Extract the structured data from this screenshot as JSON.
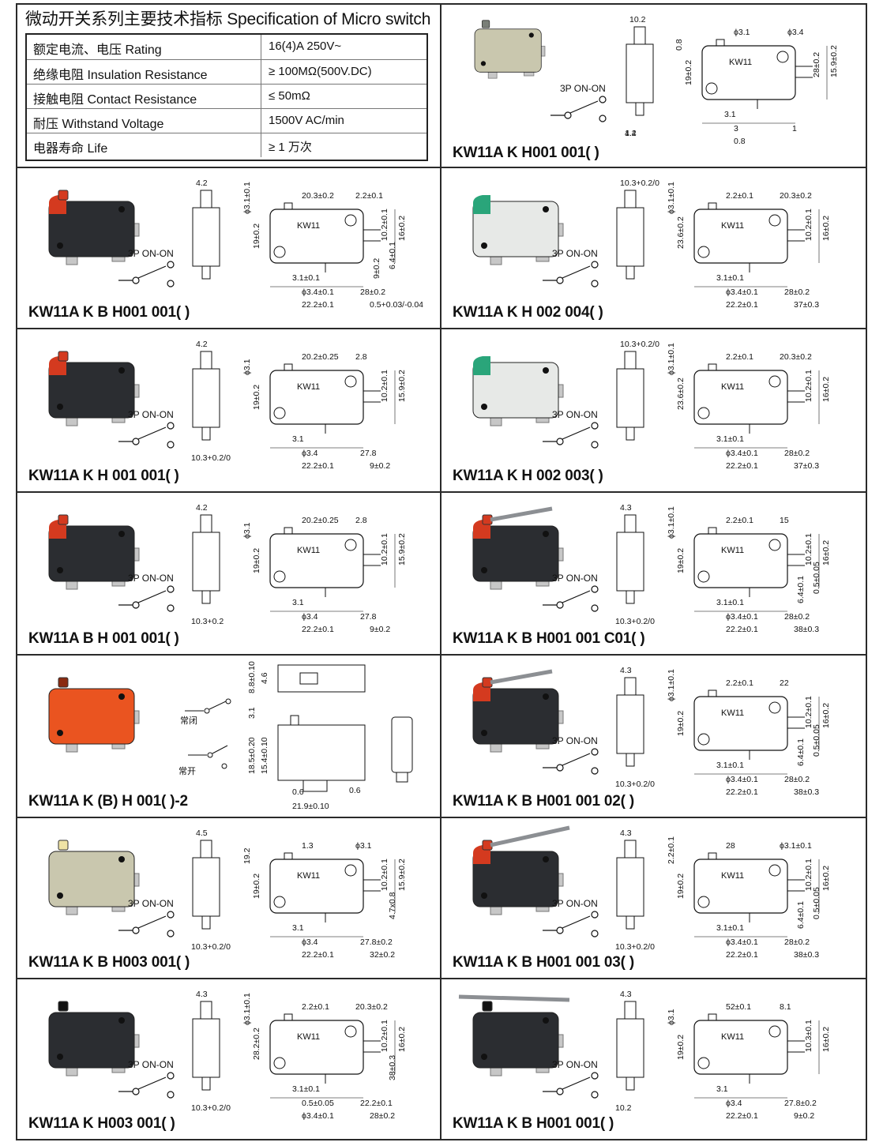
{
  "header": {
    "title": "微动开关系列主要技术指标  Specification of Micro switch",
    "rows": [
      {
        "label": "额定电流、电压 Rating",
        "value": "16(4)A 250V~"
      },
      {
        "label": "绝缘电阻 Insulation Resistance",
        "value": "≥ 100MΩ(500V.DC)"
      },
      {
        "label": "接触电阻 Contact Resistance",
        "value": "≤ 50mΩ"
      },
      {
        "label": "耐压 Withstand Voltage",
        "value": "1500V AC/min"
      },
      {
        "label": "电器寿命 Life",
        "value": "≥ 1 万次"
      }
    ]
  },
  "colors": {
    "body_black": "#2b2d31",
    "body_white": "#e7e9e7",
    "actuator_red": "#d43a1f",
    "body_orange": "#ea5420",
    "green": "#2aa57a",
    "beige": "#c9c7ae",
    "lever_grey": "#8c8f93"
  },
  "cells": [
    {
      "model": "KW11A  K H001 001(  )",
      "wiring": "3P  ON-ON",
      "photo": {
        "body": "beige"
      },
      "drawing": {
        "body_label": "KW11",
        "side_dims": [
          "10.2",
          "4.2",
          "1.4"
        ],
        "dims": [
          "ϕ3.1",
          "ϕ3.4",
          "0.8",
          "28±0.2",
          "15.9±0.2",
          "19±0.2",
          "3.1",
          "3",
          "0.8",
          "1"
        ]
      }
    },
    {
      "model": "KW11A  K B H001 001(  )",
      "wiring": "3P  ON-ON",
      "photo": {
        "body": "black_red"
      },
      "drawing": {
        "body_label": "KW11",
        "side_dims": [
          "4.2"
        ],
        "dims": [
          "20.3±0.2",
          "2.2±0.1",
          "ϕ3.1±0.1",
          "10.2±0.1",
          "16±0.2",
          "19±0.2",
          "3.1±0.1",
          "ϕ3.4±0.1",
          "22.2±0.1",
          "28±0.2",
          "0.5+0.03/-0.04",
          "6.4±0.1",
          "9±0.2"
        ]
      }
    },
    {
      "model": "KW11A  K H 002 004(  )",
      "wiring": "3P  ON-ON",
      "photo": {
        "body": "white_green"
      },
      "drawing": {
        "body_label": "KW11",
        "side_dims": [
          "10.3+0.2/0"
        ],
        "dims": [
          "2.2±0.1",
          "20.3±0.2",
          "ϕ3.1±0.1",
          "10.2±0.1",
          "16±0.2",
          "23.6±0.2",
          "3.1±0.1",
          "ϕ3.4±0.1",
          "22.2±0.1",
          "28±0.2",
          "37±0.3"
        ]
      }
    },
    {
      "model": "KW11A  K H 001 001(  )",
      "wiring": "3P  ON-ON",
      "photo": {
        "body": "black_red"
      },
      "drawing": {
        "body_label": "KW11",
        "side_dims": [
          "4.2",
          "10.3+0.2/0"
        ],
        "dims": [
          "20.2±0.25",
          "2.8",
          "ϕ3.1",
          "10.2±0.1",
          "15.9±0.2",
          "19±0.2",
          "3.1",
          "ϕ3.4",
          "22.2±0.1",
          "27.8",
          "9±0.2"
        ]
      }
    },
    {
      "model": "KW11A  K H 002 003(  )",
      "wiring": "3P  ON-ON",
      "photo": {
        "body": "white_green"
      },
      "drawing": {
        "body_label": "KW11",
        "side_dims": [
          "10.3+0.2/0"
        ],
        "dims": [
          "2.2±0.1",
          "20.3±0.2",
          "ϕ3.1±0.1",
          "10.2±0.1",
          "16±0.2",
          "23.6±0.2",
          "3.1±0.1",
          "ϕ3.4±0.1",
          "22.2±0.1",
          "28±0.2",
          "37±0.3"
        ]
      }
    },
    {
      "model": "KW11A  B H 001 001(  )",
      "wiring": "3P  ON-ON",
      "photo": {
        "body": "black_red"
      },
      "drawing": {
        "body_label": "KW11",
        "side_dims": [
          "4.2",
          "10.3+0.2"
        ],
        "dims": [
          "20.2±0.25",
          "2.8",
          "ϕ3.1",
          "10.2±0.1",
          "15.9±0.2",
          "19±0.2",
          "3.1",
          "ϕ3.4",
          "22.2±0.1",
          "27.8",
          "9±0.2"
        ]
      }
    },
    {
      "model": "KW11A K B H001 001 C01(  )",
      "wiring": "3P  ON-ON",
      "photo": {
        "body": "black_red_lever"
      },
      "drawing": {
        "body_label": "KW11",
        "side_dims": [
          "4.3",
          "10.3+0.2/0"
        ],
        "dims": [
          "2.2±0.1",
          "15",
          "ϕ3.1±0.1",
          "10.2±0.1",
          "16±0.2",
          "19±0.2",
          "3.1±0.1",
          "ϕ3.4±0.1",
          "22.2±0.1",
          "28±0.2",
          "38±0.3",
          "0.5±0.05",
          "6.4±0.1"
        ]
      }
    },
    {
      "model": "KW11A  K (B) H 001(  )-2",
      "wiring_closed": "常闭",
      "wiring_open": "常开",
      "photo": {
        "body": "orange"
      },
      "drawing": {
        "dims": [
          "8.8±0.10",
          "4.6",
          "3.1",
          "18.5±0.20",
          "15.4±0.10",
          "0.6",
          "0.6",
          "21.9±0.10"
        ]
      }
    },
    {
      "model": "KW11A K B H001 001 02(  )",
      "wiring": "3P  ON-ON",
      "photo": {
        "body": "black_red_lever"
      },
      "drawing": {
        "body_label": "KW11",
        "side_dims": [
          "4.3",
          "10.3+0.2/0"
        ],
        "dims": [
          "2.2±0.1",
          "22",
          "ϕ3.1±0.1",
          "10.2±0.1",
          "16±0.2",
          "19±0.2",
          "3.1±0.1",
          "ϕ3.4±0.1",
          "22.2±0.1",
          "28±0.2",
          "38±0.3",
          "0.5±0.05",
          "6.4±0.1"
        ]
      }
    },
    {
      "model": "KW11A  K B H003 001(  )",
      "wiring": "3P  ON-ON",
      "photo": {
        "body": "beige_plunger"
      },
      "drawing": {
        "body_label": "KW11",
        "side_dims": [
          "4.5",
          "10.3+0.2/0"
        ],
        "dims": [
          "1.3",
          "ϕ3.1",
          "19.2",
          "10.2±0.1",
          "15.9±0.2",
          "19±0.2",
          "3.1",
          "ϕ3.4",
          "22.2±0.1",
          "27.8±0.2",
          "32±0.2",
          "4.7x0.8"
        ]
      }
    },
    {
      "model": "KW11A K B H001 001 03(  )",
      "wiring": "3P  ON-ON",
      "photo": {
        "body": "black_red_long_lever"
      },
      "drawing": {
        "body_label": "KW11",
        "side_dims": [
          "4.3",
          "10.3+0.2/0"
        ],
        "dims": [
          "28",
          "ϕ3.1±0.1",
          "2.2±0.1",
          "10.2±0.1",
          "16±0.2",
          "19±0.2",
          "3.1±0.1",
          "ϕ3.4±0.1",
          "22.2±0.1",
          "28±0.2",
          "38±0.3",
          "0.5±0.05",
          "6.4±0.1"
        ]
      }
    },
    {
      "model": "KW11A  K H003 001(  )",
      "wiring": "3P  ON-ON",
      "photo": {
        "body": "black"
      },
      "drawing": {
        "body_label": "KW11",
        "side_dims": [
          "4.3",
          "10.3+0.2/0"
        ],
        "dims": [
          "2.2±0.1",
          "20.3±0.2",
          "ϕ3.1±0.1",
          "10.2±0.1",
          "16±0.2",
          "28.2±0.2",
          "3.1±0.1",
          "0.5±0.05",
          "ϕ3.4±0.1",
          "22.2±0.1",
          "28±0.2",
          "38±0.3"
        ]
      }
    },
    {
      "model": "KW11A  K B H001 001(  )",
      "wiring": "3P  ON-ON",
      "photo": {
        "body": "black_long_lever"
      },
      "drawing": {
        "body_label": "KW11",
        "side_dims": [
          "4.3",
          "10.2"
        ],
        "dims": [
          "52±0.1",
          "8.1",
          "ϕ3.1",
          "10.3±0.1",
          "16±0.2",
          "19±0.2",
          "3.1",
          "ϕ3.4",
          "22.2±0.1",
          "27.8±0.2",
          "9±0.2"
        ]
      }
    }
  ]
}
